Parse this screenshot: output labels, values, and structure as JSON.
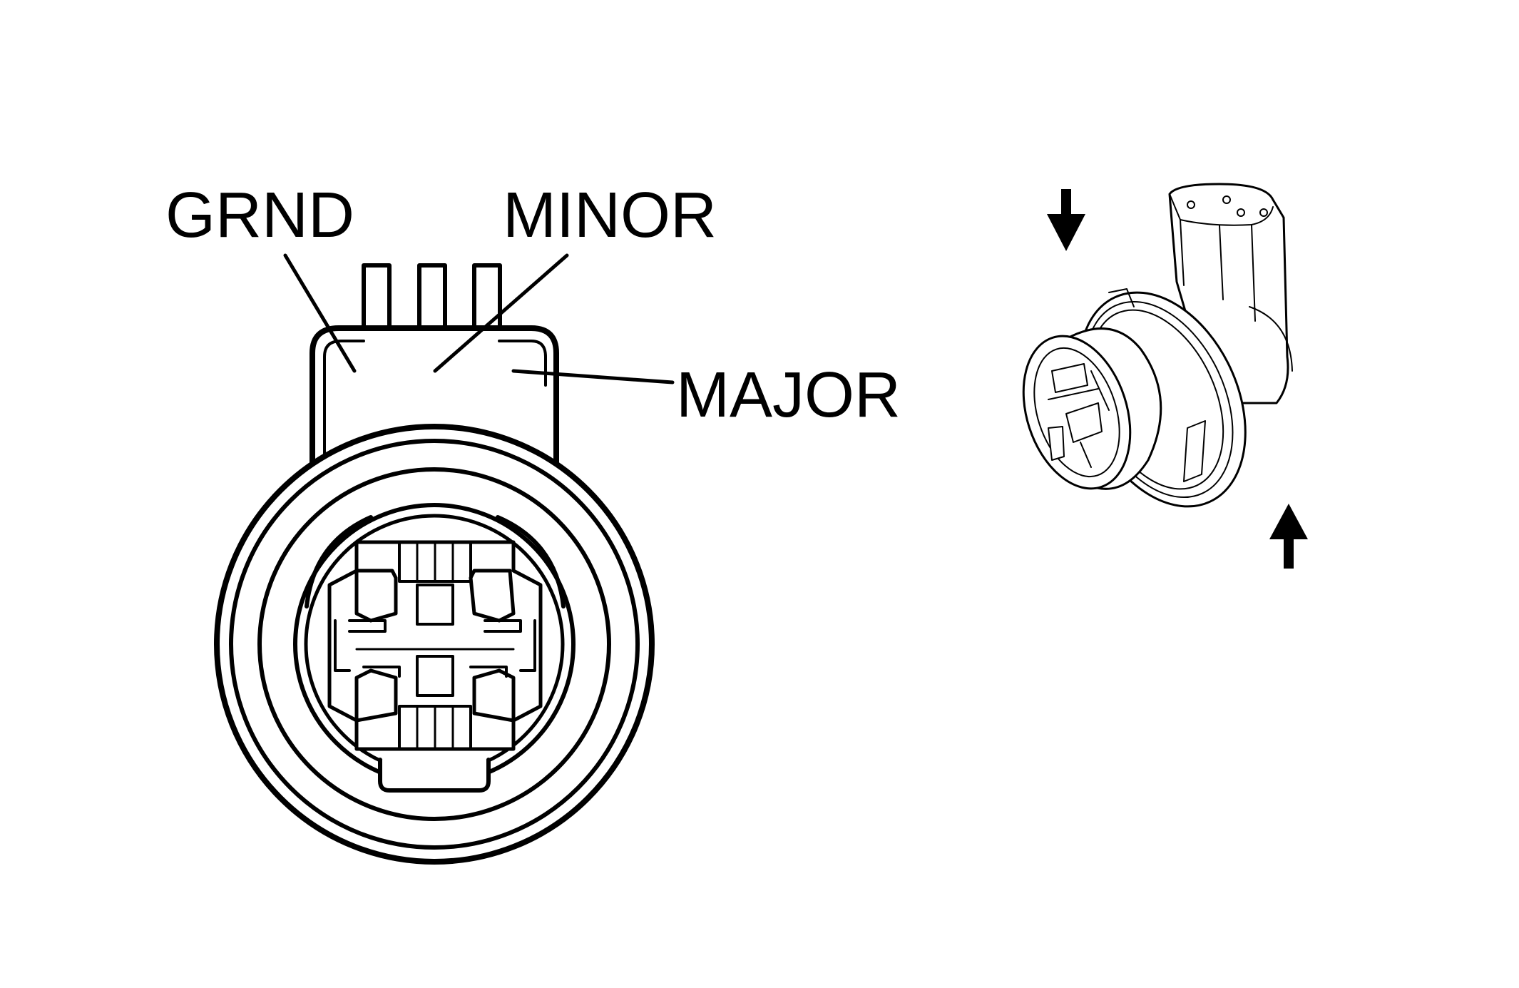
{
  "labels": {
    "grnd": "GRND",
    "minor": "MINOR",
    "major": "MAJOR"
  },
  "colors": {
    "ink": "#000000",
    "background": "#ffffff"
  }
}
